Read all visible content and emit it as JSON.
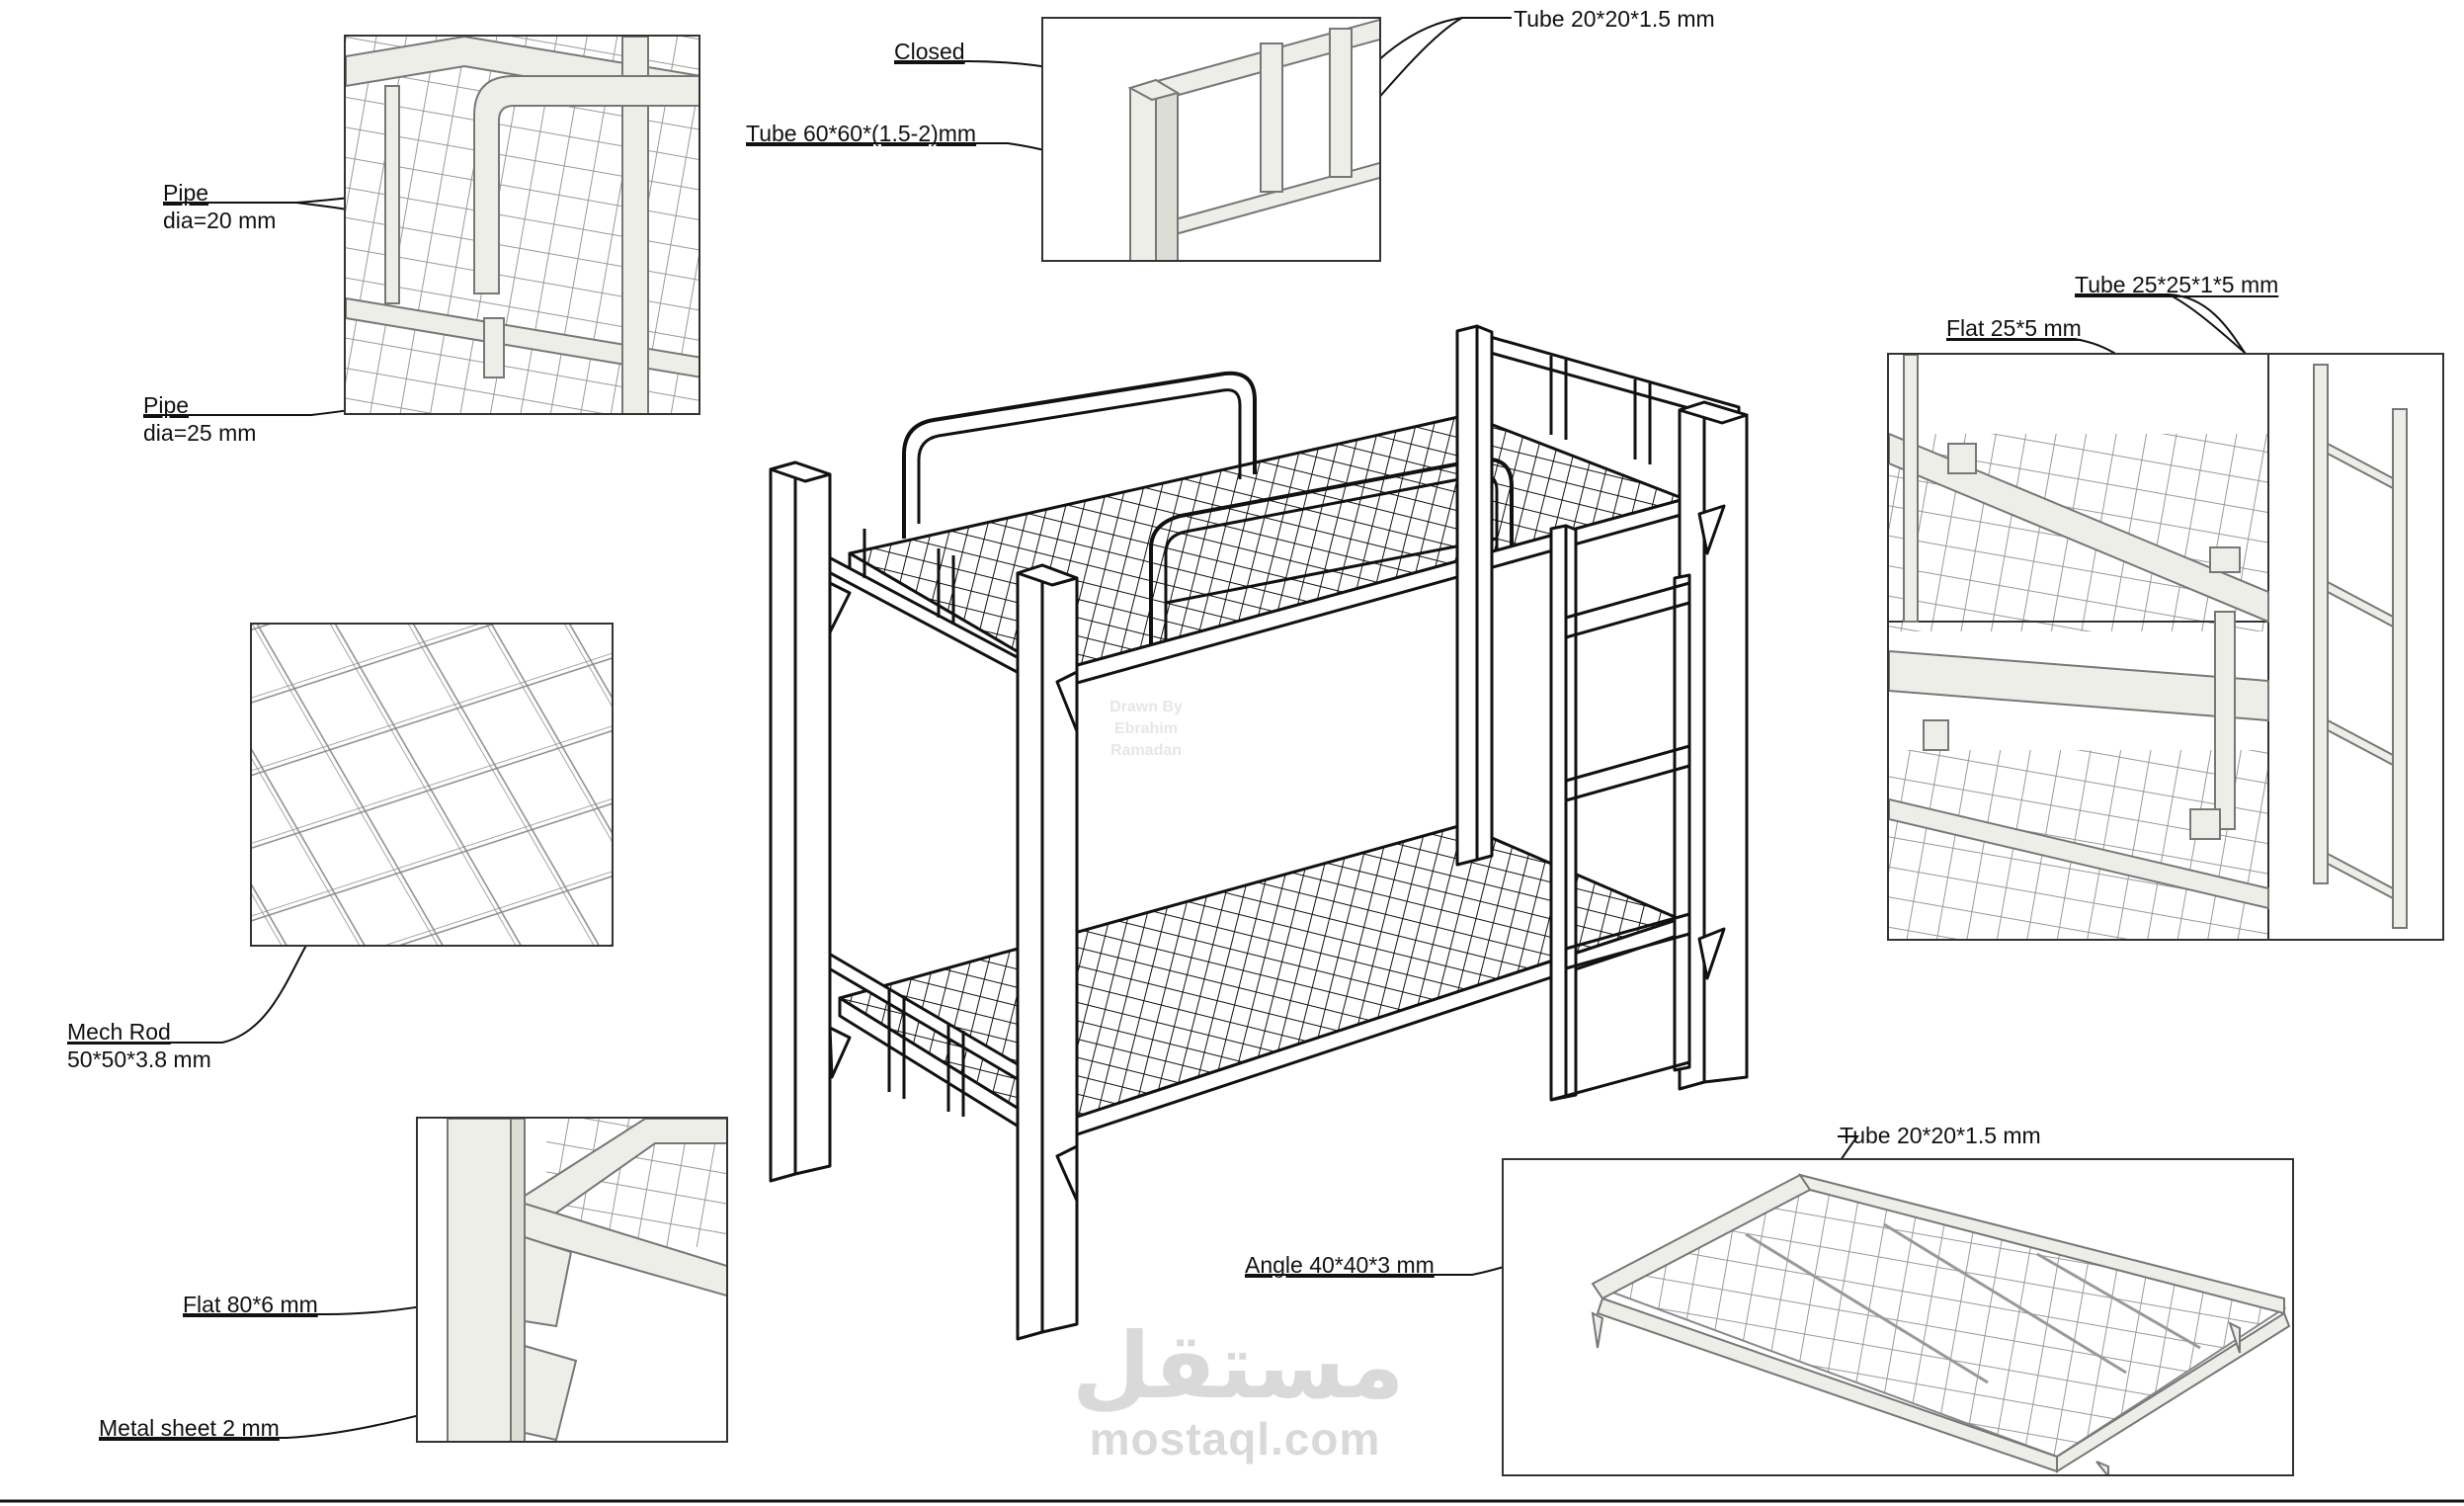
{
  "labels": {
    "pipe_20_title": "Pipe",
    "pipe_20_dim": "dia=20 mm",
    "pipe_25_title": "Pipe",
    "pipe_25_dim": "dia=25 mm",
    "closed": "Closed",
    "tube_60": "Tube 60*60*(1.5-2)mm",
    "tube_20_top": "Tube 20*20*1.5 mm",
    "tube_25": "Tube 25*25*1*5 mm",
    "flat_25": "Flat 25*5 mm",
    "mech_rod_title": "Mech Rod",
    "mech_rod_dim": "50*50*3.8 mm",
    "flat_80": "Flat 80*6 mm",
    "metal_sheet": "Metal sheet 2 mm",
    "angle_40": "Angle 40*40*3 mm",
    "tube_20_bottom": "Tube 20*20*1.5 mm"
  },
  "watermark": {
    "arabic": "مستقل",
    "latin": "mostaql.com"
  },
  "credit": [
    "Drawn By",
    "Ebrahim",
    "Ramadan"
  ],
  "colors": {
    "line": "#111111",
    "panel_border": "#333333",
    "detail_fill": "#eeeee9",
    "watermark": "#d9d9d9"
  }
}
